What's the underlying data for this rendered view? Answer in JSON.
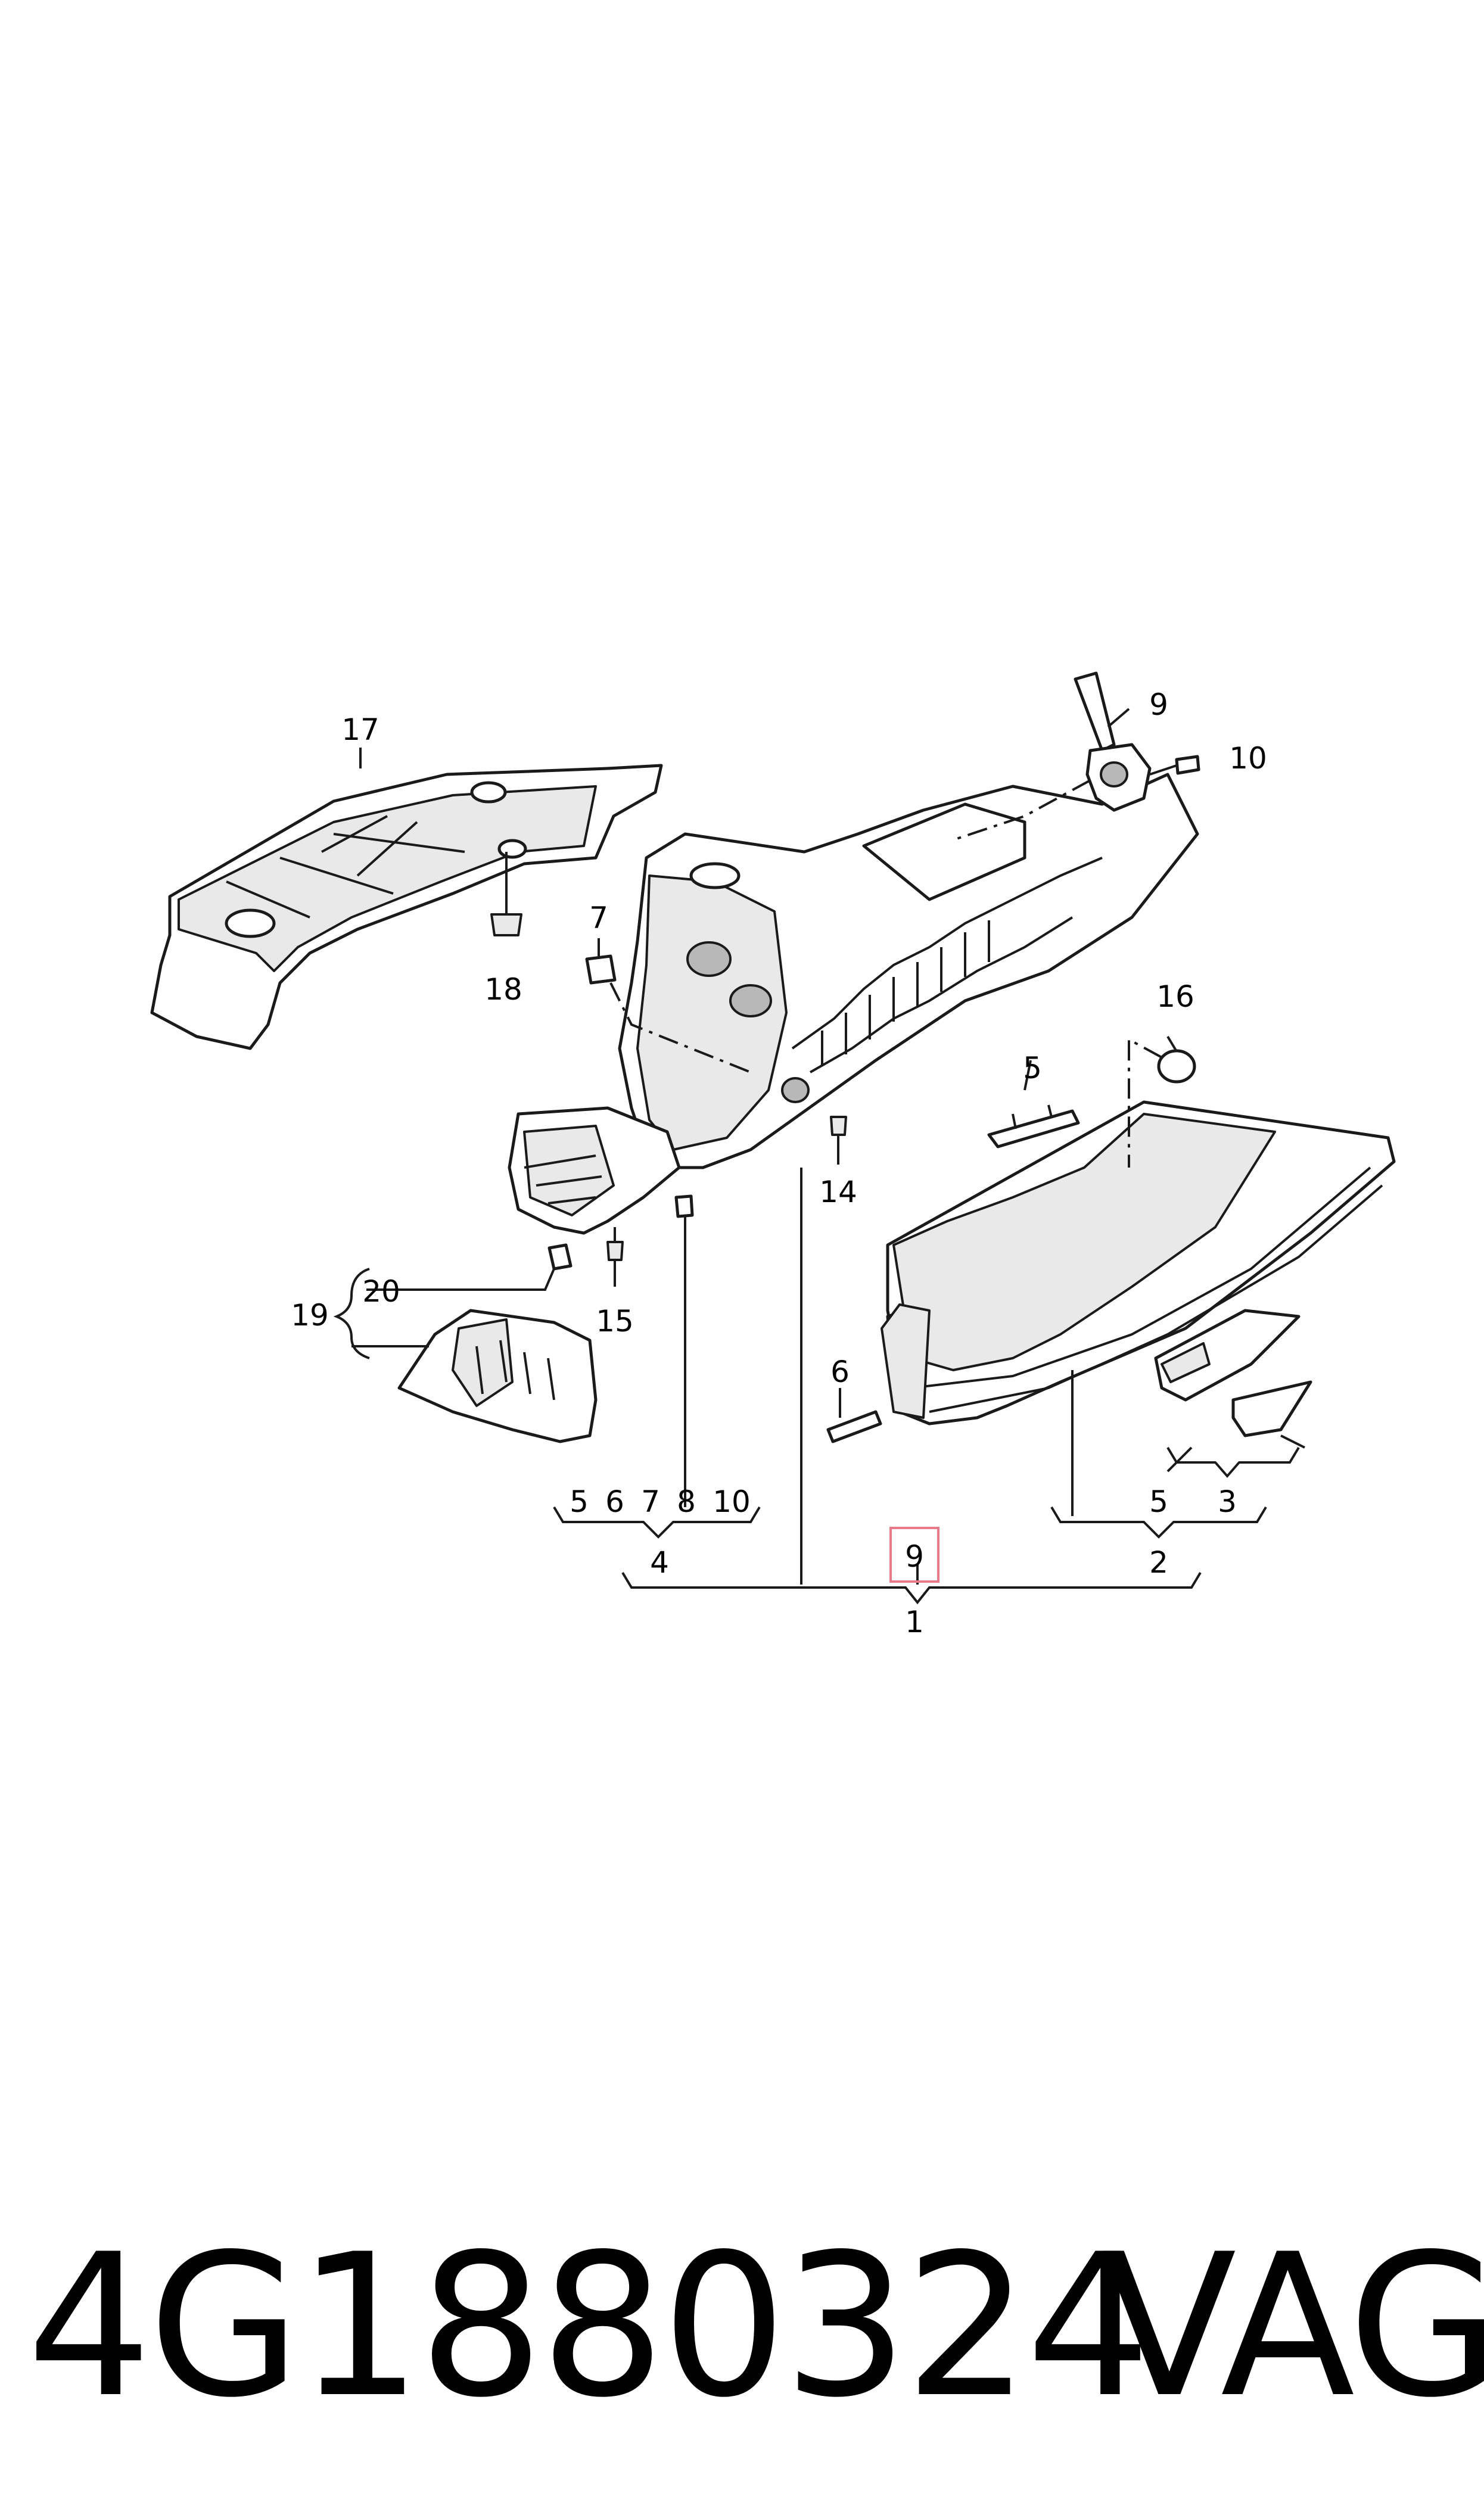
{
  "callouts": {
    "c17": "17",
    "c18": "18",
    "c7": "7",
    "c9_top": "9",
    "c10_top": "10",
    "c16": "16",
    "c5_mid": "5",
    "c14": "14",
    "c15": "15",
    "c20": "20",
    "c19": "19",
    "c6": "6",
    "g4_5": "5",
    "g4_6": "6",
    "g4_7": "7",
    "g4_8": "8",
    "g4_10": "10",
    "c4": "4",
    "g2_5": "5",
    "g2_3": "3",
    "c2": "2",
    "c9_box": "9",
    "c1": "1"
  },
  "footer": {
    "part_number": "4G1880324",
    "brand": "VAG"
  },
  "colors": {
    "highlight": "#e87a8a",
    "line": "#1a1a1a"
  }
}
